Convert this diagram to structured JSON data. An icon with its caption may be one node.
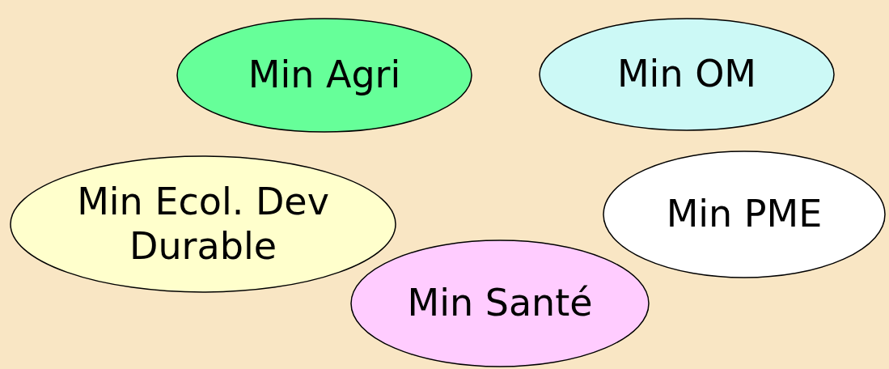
{
  "diagram": {
    "nodes": [
      {
        "text": [
          "Min Agri"
        ]
      },
      {
        "text": [
          "Min OM"
        ]
      },
      {
        "text": [
          "Min Ecol. Dev Durable"
        ]
      },
      {
        "text": [
          "Min PME"
        ]
      },
      {
        "text": [
          "Min Santé"
        ]
      }
    ]
  }
}
